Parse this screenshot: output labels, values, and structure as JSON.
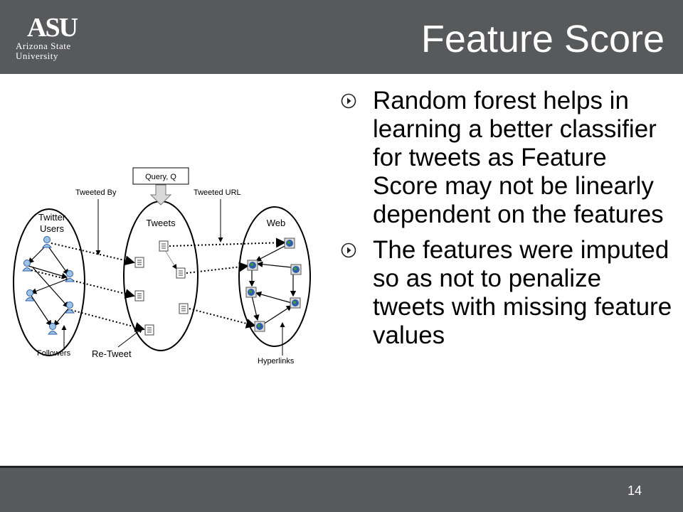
{
  "header": {
    "title": "Feature Score",
    "logo": {
      "mark": "ASU",
      "line1": "Arizona State",
      "line2": "University"
    }
  },
  "bullets": [
    "Random forest helps in learning a better classifier for tweets as Feature Score may not be linearly dependent on the features",
    "The features were imputed so as not to penalize tweets with missing feature values"
  ],
  "diagram": {
    "query": "Query, Q",
    "tweeted_by": "Tweeted By",
    "tweeted_url": "Tweeted URL",
    "users_line1": "Twitter",
    "users_line2": "Users",
    "tweets": "Tweets",
    "web": "Web",
    "followers": "Followers",
    "retweet": "Re-Tweet",
    "hyperlinks": "Hyperlinks"
  },
  "footer": {
    "page_number": "14"
  },
  "colors": {
    "bar": "#58595b",
    "text": "#000000",
    "web_node": "#2e5fa8"
  },
  "icons": [
    "play-circle-icon",
    "user-icon",
    "document-icon",
    "globe-icon"
  ]
}
